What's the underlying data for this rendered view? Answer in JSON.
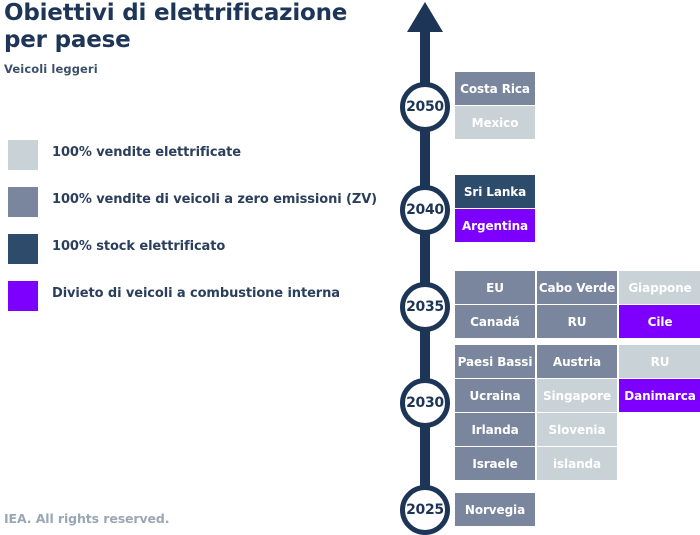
{
  "header": {
    "title_line1": "Obiettivi di elettrificazione",
    "title_line2": "per paese",
    "subtitle": "Veicoli leggeri"
  },
  "footer": {
    "copyright": "IEA. All rights reserved."
  },
  "colors": {
    "sales": "#c9d2d6",
    "zev": "#7a869e",
    "stock": "#2d4b6b",
    "ban": "#7d00ff",
    "navy": "#1d3557",
    "text": "#2b3f5c",
    "footer_text": "#9aa7b4"
  },
  "legend": {
    "items": [
      {
        "label": "100% vendite elettrificate",
        "color_key": "sales",
        "class": "c-sales"
      },
      {
        "label": "100% vendite di veicoli a zero emissioni (ZV)",
        "color_key": "zev",
        "class": "c-zev"
      },
      {
        "label": "100% stock elettrificato",
        "color_key": "stock",
        "class": "c-stock"
      },
      {
        "label": "Divieto di veicoli a combustione interna",
        "color_key": "ban",
        "class": "c-ban"
      }
    ]
  },
  "chart_data": {
    "type": "table",
    "title": "Obiettivi di elettrificazione per paese",
    "subtitle": "Veicoli leggeri",
    "orientation": "vertical-timeline-descending",
    "axis": "year",
    "categories": [
      "2050",
      "2040",
      "2035",
      "2030",
      "2025"
    ],
    "legend_position": "left",
    "series": [
      {
        "name": "100% vendite elettrificate",
        "color": "#c9d2d6"
      },
      {
        "name": "100% vendite di veicoli a zero emissioni (ZV)",
        "color": "#7a869e"
      },
      {
        "name": "100% stock elettrificato",
        "color": "#2d4b6b"
      },
      {
        "name": "Divieto di veicoli a combustione interna",
        "color": "#7d00ff"
      }
    ],
    "milestones": [
      {
        "year": "2050",
        "entries": [
          {
            "country": "Costa Rica",
            "target": "100% vendite di veicoli a zero emissioni (ZV)",
            "color": "#7a869e",
            "col": 1,
            "row": 1
          },
          {
            "country": "Mexico",
            "target": "100% vendite elettrificate",
            "color": "#c9d2d6",
            "col": 1,
            "row": 2
          }
        ]
      },
      {
        "year": "2040",
        "entries": [
          {
            "country": "Sri Lanka",
            "target": "100% stock elettrificato",
            "color": "#2d4b6b",
            "col": 1,
            "row": 1
          },
          {
            "country": "Argentina",
            "target": "Divieto di veicoli a combustione interna",
            "color": "#7d00ff",
            "col": 1,
            "row": 2
          }
        ]
      },
      {
        "year": "2035",
        "entries": [
          {
            "country": "EU",
            "target": "100% vendite di veicoli a zero emissioni (ZV)",
            "color": "#7a869e",
            "col": 1,
            "row": 1
          },
          {
            "country": "Cabo Verde",
            "target": "100% vendite di veicoli a zero emissioni (ZV)",
            "color": "#7a869e",
            "col": 2,
            "row": 1
          },
          {
            "country": "Giappone",
            "target": "100% vendite elettrificate",
            "color": "#c9d2d6",
            "col": 3,
            "row": 1
          },
          {
            "country": "Canadá",
            "target": "100% vendite di veicoli a zero emissioni (ZV)",
            "color": "#7a869e",
            "col": 1,
            "row": 2
          },
          {
            "country": "RU",
            "target": "100% vendite di veicoli a zero emissioni (ZV)",
            "color": "#7a869e",
            "col": 2,
            "row": 2
          },
          {
            "country": "Cile",
            "target": "Divieto di veicoli a combustione interna",
            "color": "#7d00ff",
            "col": 3,
            "row": 2
          }
        ]
      },
      {
        "year": "2030",
        "entries": [
          {
            "country": "Paesi Bassi",
            "target": "100% vendite di veicoli a zero emissioni (ZV)",
            "color": "#7a869e",
            "col": 1,
            "row": 1
          },
          {
            "country": "Austria",
            "target": "100% vendite di veicoli a zero emissioni (ZV)",
            "color": "#7a869e",
            "col": 2,
            "row": 1
          },
          {
            "country": "RU",
            "target": "100% vendite elettrificate",
            "color": "#c9d2d6",
            "col": 3,
            "row": 1
          },
          {
            "country": "Ucraina",
            "target": "100% vendite di veicoli a zero emissioni (ZV)",
            "color": "#7a869e",
            "col": 1,
            "row": 2
          },
          {
            "country": "Singapore",
            "target": "100% vendite elettrificate",
            "color": "#c9d2d6",
            "col": 2,
            "row": 2
          },
          {
            "country": "Danimarca",
            "target": "Divieto di veicoli a combustione interna",
            "color": "#7d00ff",
            "col": 3,
            "row": 2
          },
          {
            "country": "Irlanda",
            "target": "100% vendite di veicoli a zero emissioni (ZV)",
            "color": "#7a869e",
            "col": 1,
            "row": 3
          },
          {
            "country": "Slovenia",
            "target": "100% vendite elettrificate",
            "color": "#c9d2d6",
            "col": 2,
            "row": 3
          },
          {
            "country": "Israele",
            "target": "100% vendite di veicoli a zero emissioni (ZV)",
            "color": "#7a869e",
            "col": 1,
            "row": 4
          },
          {
            "country": "islanda",
            "target": "100% vendite elettrificate",
            "color": "#c9d2d6",
            "col": 2,
            "row": 4
          }
        ]
      },
      {
        "year": "2025",
        "entries": [
          {
            "country": "Norvegia",
            "target": "100% vendite di veicoli a zero emissioni (ZV)",
            "color": "#7a869e",
            "col": 1,
            "row": 1
          }
        ]
      }
    ]
  },
  "timeline": {
    "nodes": [
      {
        "year": "2050"
      },
      {
        "year": "2040"
      },
      {
        "year": "2035"
      },
      {
        "year": "2030"
      },
      {
        "year": "2025"
      }
    ]
  }
}
